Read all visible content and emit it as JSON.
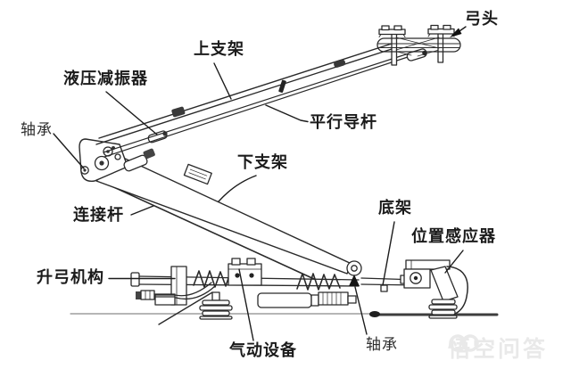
{
  "labels": {
    "bow_head": "弓头",
    "upper_frame": "上支架",
    "hydraulic_damper": "液压减振器",
    "parallel_guide_rod": "平行导杆",
    "bearing_left": "轴承",
    "lower_frame": "下支架",
    "connecting_rod": "连接杆",
    "base_frame": "底架",
    "position_sensor": "位置感应器",
    "raising_mechanism": "升弓机构",
    "pneumatic_equipment": "气动设备",
    "bearing_bottom": "轴承"
  },
  "watermark": {
    "text": "悟空问答",
    "logo": "overlapping-circles-icon",
    "color": "#e9e9e9"
  },
  "colors": {
    "background": "#ffffff",
    "line": "#2a2a2a",
    "label_text": "#1b1b1b"
  }
}
